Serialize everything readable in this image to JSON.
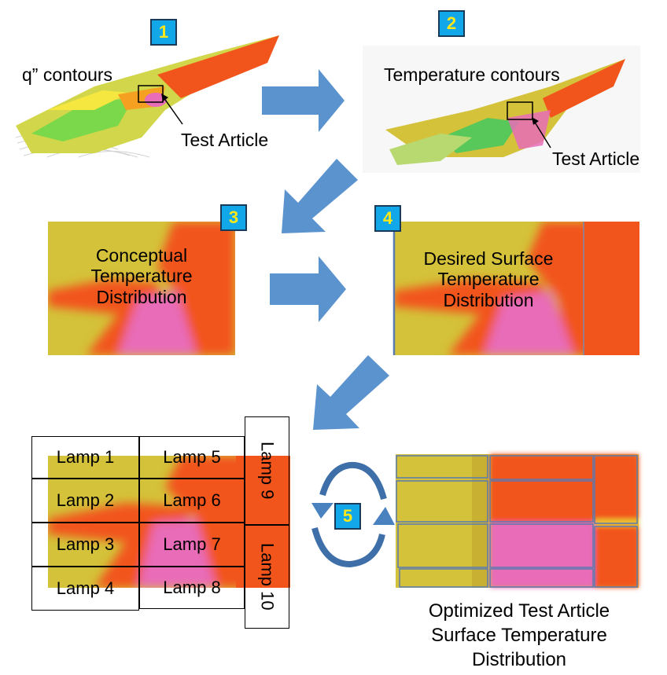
{
  "steps": [
    "1",
    "2",
    "3",
    "4",
    "5"
  ],
  "panel1": {
    "label": "q” contours",
    "pointer": "Test Article"
  },
  "panel2": {
    "label": "Temperature contours",
    "pointer": "Test Article"
  },
  "panel3": {
    "lines": [
      "Conceptual",
      "Temperature",
      "Distribution"
    ]
  },
  "panel4": {
    "lines": [
      "Desired Surface",
      "Temperature",
      "Distribution"
    ]
  },
  "lamps": [
    "Lamp 1",
    "Lamp 2",
    "Lamp 3",
    "Lamp 4",
    "Lamp 5",
    "Lamp 6",
    "Lamp 7",
    "Lamp 8",
    "Lamp 9",
    "Lamp 10"
  ],
  "result": {
    "lines": [
      "Optimized Test Article",
      "Surface Temperature",
      "Distribution"
    ]
  },
  "colors": {
    "arrow": "#5b93cf",
    "yellow": "#d4c23a",
    "orange": "#f2551c",
    "pink": "#e86cb8",
    "step_bg": "#12a7e8",
    "step_text": "#ffe81a"
  }
}
